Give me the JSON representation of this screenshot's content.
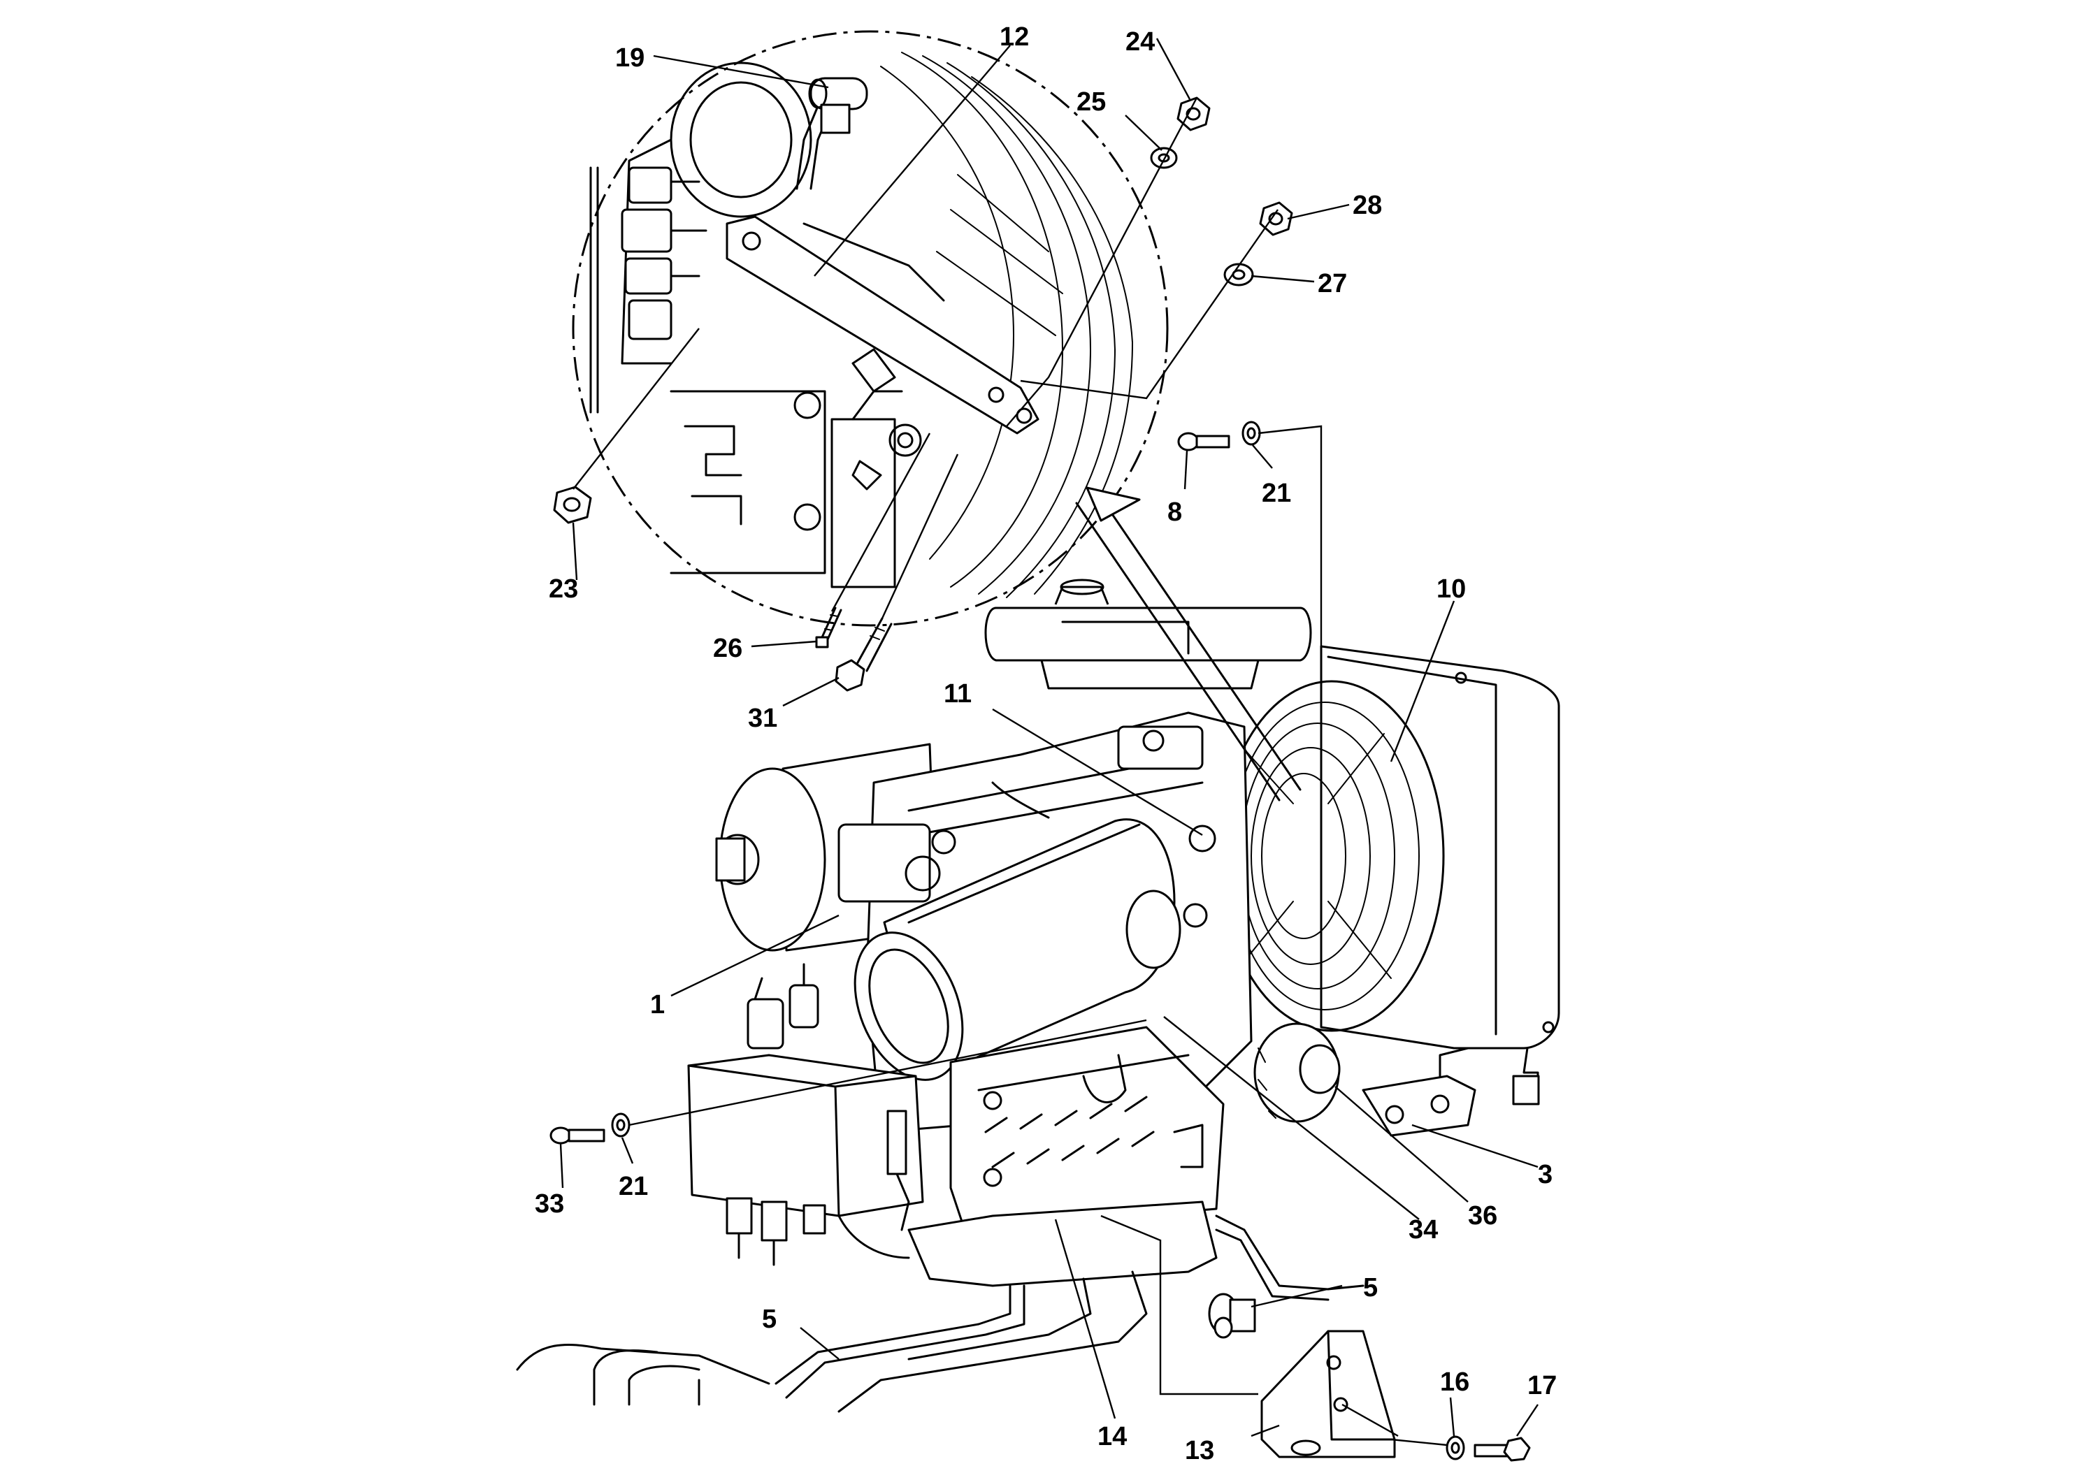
{
  "callouts": [
    {
      "id": "c1",
      "label": "1"
    },
    {
      "id": "c3",
      "label": "3"
    },
    {
      "id": "c5a",
      "label": "5"
    },
    {
      "id": "c5b",
      "label": "5"
    },
    {
      "id": "c8",
      "label": "8"
    },
    {
      "id": "c10",
      "label": "10"
    },
    {
      "id": "c11",
      "label": "11"
    },
    {
      "id": "c12",
      "label": "12"
    },
    {
      "id": "c13",
      "label": "13"
    },
    {
      "id": "c14",
      "label": "14"
    },
    {
      "id": "c16",
      "label": "16"
    },
    {
      "id": "c17",
      "label": "17"
    },
    {
      "id": "c19",
      "label": "19"
    },
    {
      "id": "c21a",
      "label": "21"
    },
    {
      "id": "c21b",
      "label": "21"
    },
    {
      "id": "c23",
      "label": "23"
    },
    {
      "id": "c24",
      "label": "24"
    },
    {
      "id": "c25",
      "label": "25"
    },
    {
      "id": "c26",
      "label": "26"
    },
    {
      "id": "c27",
      "label": "27"
    },
    {
      "id": "c28",
      "label": "28"
    },
    {
      "id": "c31",
      "label": "31"
    },
    {
      "id": "c33",
      "label": "33"
    },
    {
      "id": "c34",
      "label": "34"
    },
    {
      "id": "c36",
      "label": "36"
    }
  ]
}
